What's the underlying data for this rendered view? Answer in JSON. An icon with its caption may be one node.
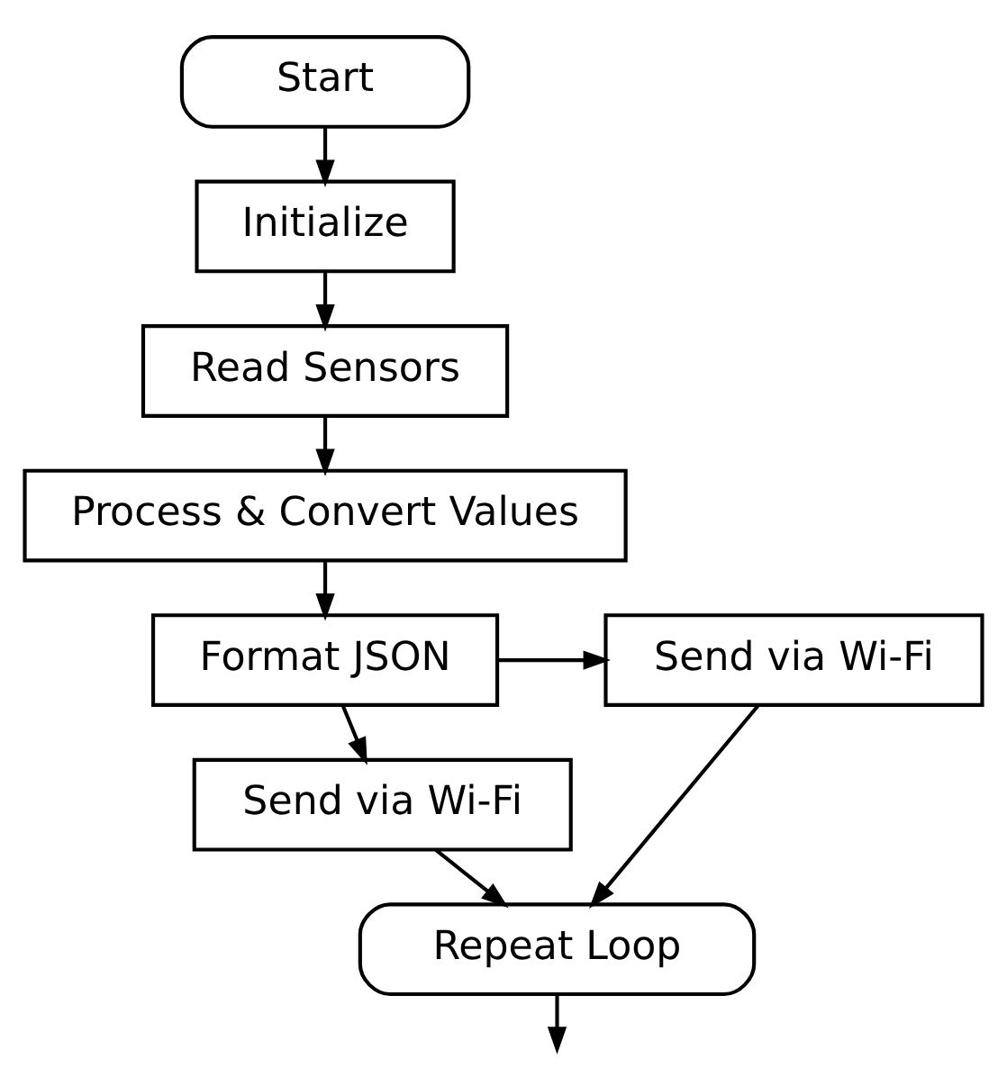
{
  "diagram": {
    "nodes": [
      {
        "text": [
          "Start"
        ]
      },
      {
        "text": [
          "Initialize"
        ]
      },
      {
        "text": [
          "Read Sensors"
        ]
      },
      {
        "text": [
          "Process & Convert Values"
        ]
      },
      {
        "text": [
          "Format JSON"
        ]
      },
      {
        "text": [
          "Send via Wi-Fi"
        ]
      },
      {
        "text": [
          "Send via Wi-Fi"
        ]
      },
      {
        "text": [
          "Repeat Loop"
        ]
      }
    ],
    "edges": [
      {
        "from": 0,
        "to": 1,
        "arrow": "to"
      },
      {
        "from": 1,
        "to": 2,
        "arrow": "to"
      },
      {
        "from": 2,
        "to": 3,
        "arrow": "to"
      },
      {
        "from": 3,
        "to": 4,
        "arrow": "to"
      },
      {
        "from": 4,
        "to": 5,
        "arrow": "to"
      },
      {
        "from": 4,
        "to": 6,
        "arrow": "to"
      },
      {
        "from": 6,
        "to": 7,
        "arrow": "to"
      },
      {
        "from": 5,
        "to": 7,
        "arrow": "to"
      },
      {
        "from": 7,
        "to": null,
        "arrow": "to"
      }
    ]
  }
}
